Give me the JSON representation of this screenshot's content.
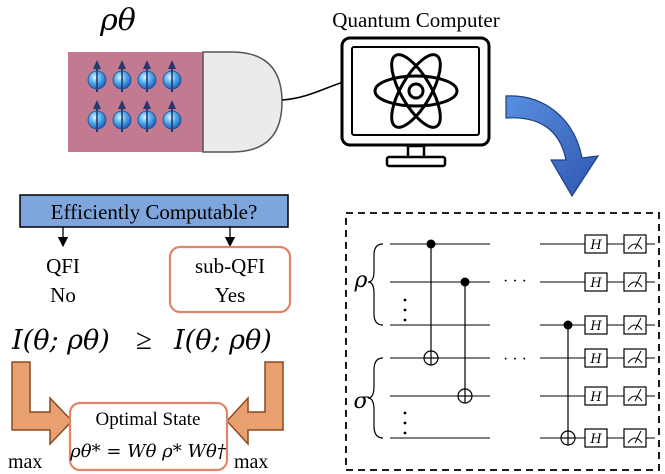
{
  "rho_theta_label": "ρθ",
  "quantum_computer_label": "Quantum Computer",
  "efficiently_computable_label": "Efficiently Computable?",
  "qfi": {
    "name": "QFI",
    "answer": "No"
  },
  "sub_qfi": {
    "name": "sub-QFI",
    "answer": "Yes"
  },
  "inequality": {
    "left": "I(θ; ρθ)",
    "relation": "≥",
    "right": "I(θ; ρθ)"
  },
  "optimal_state": {
    "title": "Optimal State",
    "formula": "ρθ* = Wθ ρ* Wθ†"
  },
  "max_left": "max",
  "max_right": "max",
  "circuit": {
    "register_rho": "ρ",
    "register_sigma": "σ",
    "gate_label": "H",
    "ellipsis": "· · ·"
  },
  "colors": {
    "probe_fill": "#c27a91",
    "spin_blue": "#3a8fe0",
    "question_box": "#7fa6dc",
    "answer_border": "#e0846a",
    "arrow_orange": "#e8a070",
    "arrow_blue": "#3c6fc4"
  }
}
